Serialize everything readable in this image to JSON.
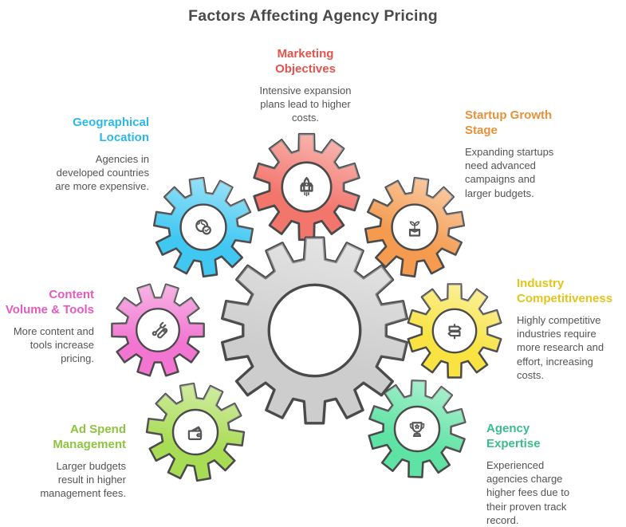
{
  "title": "Factors Affecting Agency Pricing",
  "colors": {
    "title_text": "#4A4A4A",
    "body_text": "#545454",
    "outline": "#4A4A4A",
    "center_gear": "#CDCDCD"
  },
  "factors": [
    {
      "label": "Marketing\nObjectives",
      "description": "Intensive expansion\nplans lead to higher\ncosts.",
      "heading_color": "#E4544D",
      "gear_color": "#F3766D",
      "icon": "rocket-icon"
    },
    {
      "label": "Startup Growth\nStage",
      "description": "Expanding startups\nneed advanced\ncampaigns and\nlarger budgets.",
      "heading_color": "#E8913A",
      "gear_color": "#F49B4F",
      "icon": "growth-box-icon"
    },
    {
      "label": "Geographical\nLocation",
      "description": "Agencies in\ndeveloped countries\nare more expensive.",
      "heading_color": "#2CB8E6",
      "gear_color": "#41C8F2",
      "icon": "globe-check-icon"
    },
    {
      "label": "Industry\nCompetitiveness",
      "description": "Highly competitive\nindustries require\nmore research and\neffort, increasing\ncosts.",
      "heading_color": "#E2C51D",
      "gear_color": "#F8E342",
      "icon": "signpost-icon"
    },
    {
      "label": "Content\nVolume & Tools",
      "description": "More content and\ntools increase\npricing.",
      "heading_color": "#E55ABF",
      "gear_color": "#F175D1",
      "icon": "tools-icon"
    },
    {
      "label": "Ad Spend\nManagement",
      "description": "Larger budgets\nresult in higher\nmanagement fees.",
      "heading_color": "#8DC440",
      "gear_color": "#A9DC55",
      "icon": "wallet-icon"
    },
    {
      "label": "Agency\nExpertise",
      "description": "Experienced\nagencies charge\nhigher fees due to\ntheir proven track\nrecord.",
      "heading_color": "#3ABD8B",
      "gear_color": "#5FE3A4",
      "icon": "trophy-icon"
    }
  ]
}
